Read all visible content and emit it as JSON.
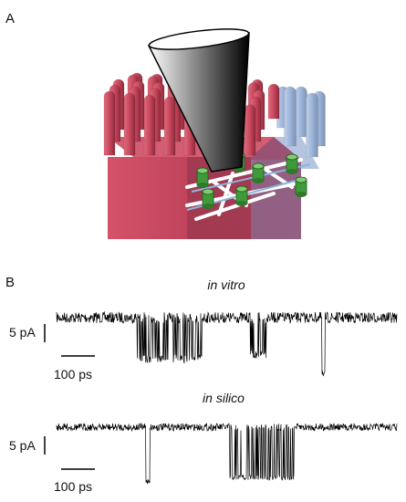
{
  "panel_a": {
    "label": "A"
  },
  "panel_b": {
    "label": "B",
    "trace_top": {
      "title": "in vitro",
      "current_scale": "5 pA",
      "time_scale": "100 ps"
    },
    "trace_bottom": {
      "title": "in silico",
      "current_scale": "5 pA",
      "time_scale": "100 ps"
    }
  },
  "colors": {
    "stereocilia_red": "#c9485e",
    "stereocilia_blue": "#7c9ccc",
    "channel_green": "#3f9a3a",
    "trace": "#000000"
  }
}
